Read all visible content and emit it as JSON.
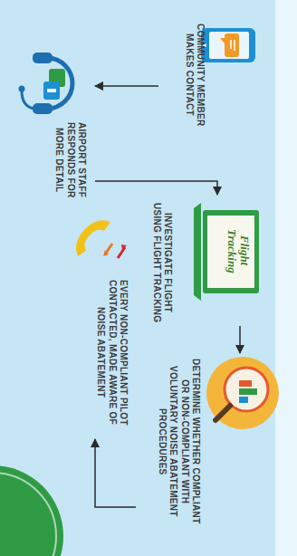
{
  "diagram": {
    "nodes": [
      {
        "text": [
          "COMMUNITY MEMBER MAKES CONTACT"
        ]
      },
      {
        "text": [
          "AIRPORT STAFF RESPONDS FOR MORE DETAIL"
        ]
      },
      {
        "text": [
          "INVESTIGATE FLIGHT USING FLIGHT TRACKING"
        ]
      },
      {
        "text": [
          "DETERMINE WHETHER COMPLIANT OR NON-COMPLIANT WITH VOLUNTARY NOISE ABATEMENT PROCEDURES"
        ]
      },
      {
        "text": [
          "EVERY NON-COMPLIANT PILOT CONTACTED, MADE AWARE OF NOISE ABATEMENT"
        ]
      }
    ],
    "edges": [
      {
        "from": 0,
        "to": 1,
        "arrow": "to"
      },
      {
        "from": 1,
        "to": 2,
        "arrow": "to"
      },
      {
        "from": 2,
        "to": 3,
        "arrow": "to"
      },
      {
        "from": 3,
        "to": 4,
        "arrow": "to"
      }
    ],
    "labels": [
      "Flight Tracking"
    ]
  }
}
